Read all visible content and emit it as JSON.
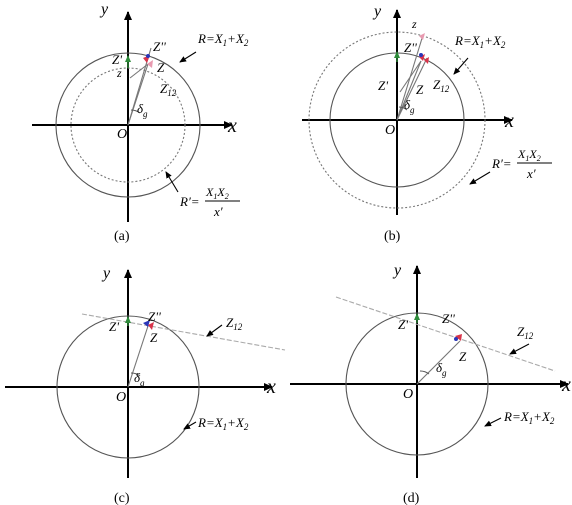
{
  "axes": {
    "x": "x",
    "y": "y",
    "origin": "O"
  },
  "symbols": {
    "z_prime": "Z'",
    "z_dbl": "Z''",
    "z": "Z",
    "z_small": "z",
    "z12_base": "Z",
    "z12_sub": "12",
    "delta": "δ",
    "delta_sub": "g"
  },
  "formulas": {
    "R_lhs": "R",
    "R_rhs": "=X",
    "R_sub1": "1",
    "R_plus": "+X",
    "R_sub2": "2",
    "Rp_lhs": "R′=",
    "Rp_num": "X",
    "Rp_sub1": "1",
    "Rp_num2": "X",
    "Rp_sub2": "2",
    "Rp_den": "x′"
  },
  "panels": [
    "(a)",
    "(b)",
    "(c)",
    "(d)"
  ],
  "colors": {
    "marker_red": "#d8344a",
    "marker_pink": "#e89ab0",
    "marker_blue": "#2a36b8",
    "arrow_green": "#2e8b3a"
  }
}
